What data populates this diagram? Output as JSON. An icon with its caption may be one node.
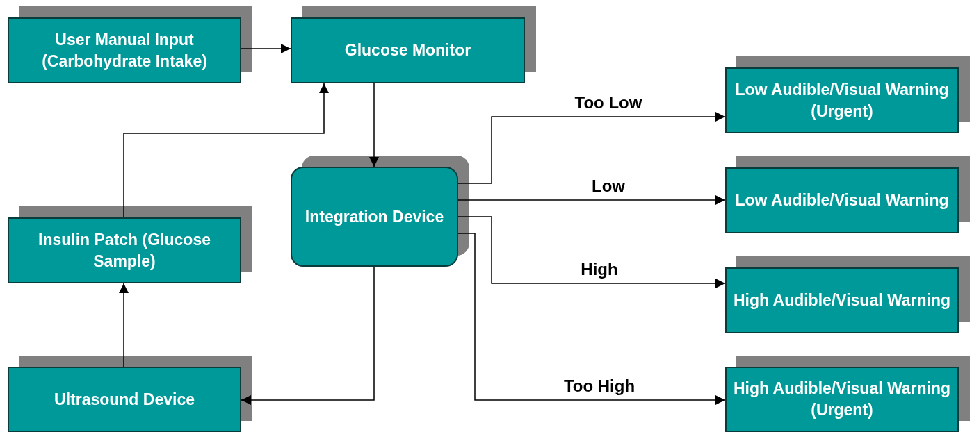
{
  "diagram": {
    "nodes": [
      {
        "text": [
          "User Manual Input (Carbohydrate Intake)"
        ]
      },
      {
        "text": [
          "Glucose Monitor"
        ]
      },
      {
        "text": [
          "Integration Device"
        ]
      },
      {
        "text": [
          "Insulin Patch (Glucose Sample)"
        ]
      },
      {
        "text": [
          "Ultrasound Device"
        ]
      },
      {
        "text": [
          "Low Audible/Visual Warning (Urgent)"
        ]
      },
      {
        "text": [
          "Low Audible/Visual Warning"
        ]
      },
      {
        "text": [
          "High Audible/Visual Warning"
        ]
      },
      {
        "text": [
          "High Audible/Visual Warning (Urgent)"
        ]
      }
    ],
    "edges": [
      {
        "from": 0,
        "to": 1,
        "arrow": "to"
      },
      {
        "from": 1,
        "to": 2,
        "arrow": "to"
      },
      {
        "from": 2,
        "to": 4,
        "arrow": "to"
      },
      {
        "from": 4,
        "to": 3,
        "arrow": "to"
      },
      {
        "from": 3,
        "to": 1,
        "arrow": "to"
      },
      {
        "from": 2,
        "to": 5,
        "arrow": "to",
        "label": "Too Low"
      },
      {
        "from": 2,
        "to": 6,
        "arrow": "to",
        "label": "Low"
      },
      {
        "from": 2,
        "to": 7,
        "arrow": "to",
        "label": "High"
      },
      {
        "from": 2,
        "to": 8,
        "arrow": "to",
        "label": "Too High"
      }
    ]
  }
}
